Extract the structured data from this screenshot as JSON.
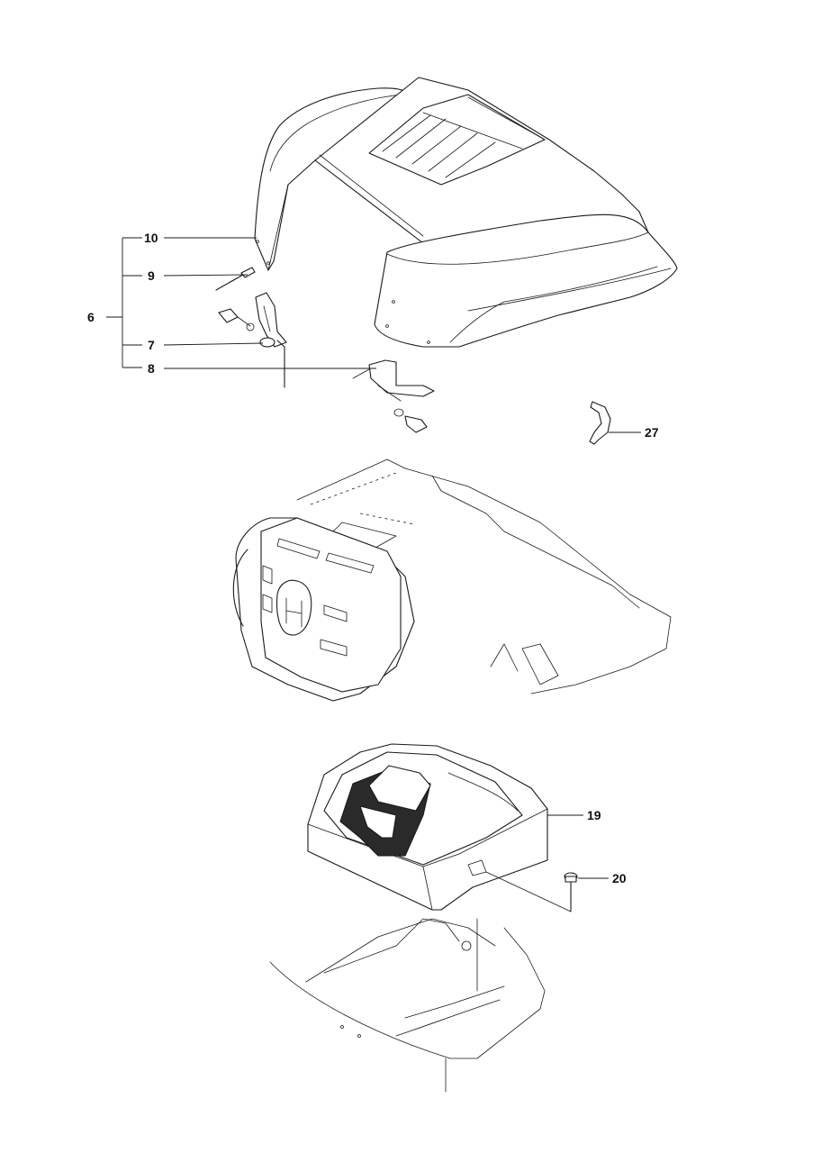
{
  "callouts": [
    {
      "id": "c10",
      "number": "10"
    },
    {
      "id": "c9",
      "number": "9"
    },
    {
      "id": "c6",
      "number": "6"
    },
    {
      "id": "c7",
      "number": "7"
    },
    {
      "id": "c8",
      "number": "8"
    },
    {
      "id": "c27",
      "number": "27"
    },
    {
      "id": "c19",
      "number": "19"
    },
    {
      "id": "c20",
      "number": "20"
    }
  ]
}
